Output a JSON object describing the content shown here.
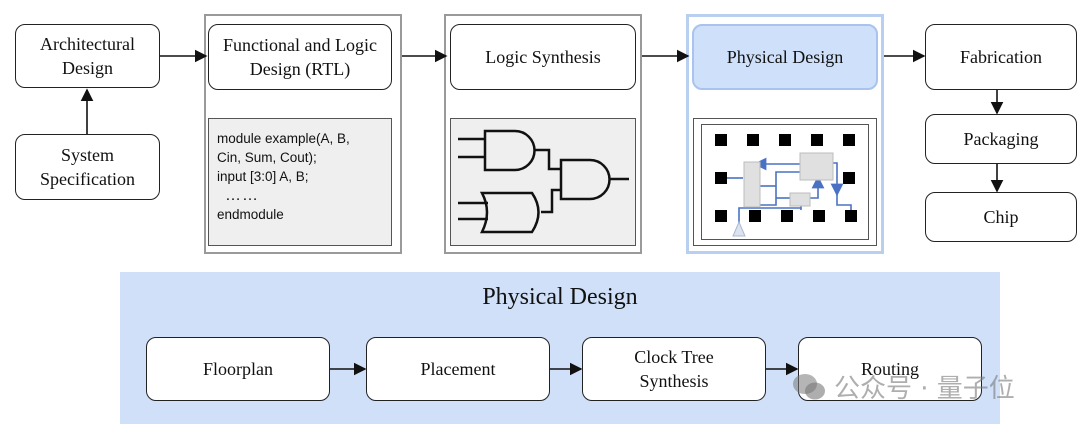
{
  "flow": {
    "architectural_design": "Architectural Design",
    "system_specification": "System Specification",
    "functional_logic_design": "Functional and Logic Design (RTL)",
    "logic_synthesis": "Logic Synthesis",
    "physical_design": "Physical Design",
    "fabrication": "Fabrication",
    "packaging": "Packaging",
    "chip": "Chip"
  },
  "rtl_code": {
    "line1": "module example(A, B,",
    "line2": "Cin, Sum, Cout);",
    "line3": "input [3:0] A, B;",
    "ellipsis": "……",
    "line5": "endmodule"
  },
  "physical_panel": {
    "title": "Physical Design",
    "steps": [
      "Floorplan",
      "Placement",
      "Clock Tree Synthesis",
      "Routing"
    ]
  },
  "watermark": "公众号 · 量子位",
  "colors": {
    "highlight_fill": "#cfe0fa",
    "highlight_border": "#a8c4ee",
    "panel_bg": "#cfe0f8",
    "route_blue": "#4a72c4"
  }
}
